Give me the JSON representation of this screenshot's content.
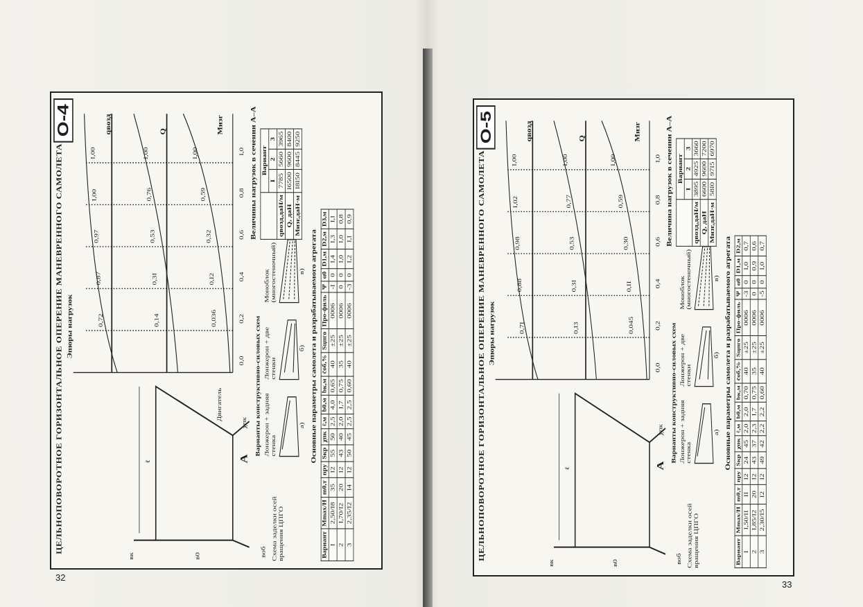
{
  "pages": [
    {
      "page_number": "32",
      "sheet_code": "О-4",
      "title": "ЦЕЛЬНОПОВОРОТНОЕ ГОРИЗОНТАЛЬНОЕ ОПЕРЕНИЕ МАНЕВРЕННОГО САМОЛЕТА",
      "labels": {
        "fixing_scheme": "Схема заделки осей вращения ЦПГО",
        "variants_heading": "Варианты конструктивно-силовых схем",
        "variant_a": "Лонжерон + задняя стенка",
        "variant_b": "Лонжерон + две стенки",
        "variant_v": "Моноблок (многостеночный)",
        "sub_a": "а)",
        "sub_b": "б)",
        "sub_v": "в)",
        "engine": "Двигатель",
        "main_params": "Основные параметры самолета и разрабатываемого агрегата",
        "loads_title": "Эпюры нагрузок",
        "loads_section": "Величины нагрузок в сечении А–А",
        "section_a": "А",
        "q_vozd": "qвозд",
        "q_label": "Q",
        "m_izg": "Мизг",
        "b_k": "вк",
        "b_o": "в0",
        "b_ob": "воб",
        "chi": "χпк",
        "l": "ℓ"
      },
      "span_ticks": [
        "0,0",
        "0,2",
        "0,4",
        "0,6",
        "0,8",
        "I,0"
      ],
      "qvozd_values": [
        "0,72",
        "0,87",
        "0,97",
        "I,00",
        "I,00"
      ],
      "Q_values": [
        "0,14",
        "0,3I",
        "0,53",
        "0,76",
        "I,00"
      ],
      "M_values": [
        "0,036",
        "0,I2",
        "0,32",
        "0,59",
        "I,00"
      ],
      "params_table": {
        "headers": [
          "Вариант",
          "Mmax/H",
          "m0,т",
          "nрy",
          "Sкр",
          "χпк",
          "ℓ,м",
          "b0,м",
          "bк,м",
          "c̄об,%",
          "Sцпго",
          "Про-филь",
          "Ψ",
          "α0",
          "D1,м",
          "D2,м",
          "D3,м"
        ],
        "rows": [
          [
            "I",
            "2,50/I8",
            "35",
            "I2",
            "55",
            "50",
            "2,5",
            "4,0",
            "0,65",
            "40",
            "±25",
            "0006",
            "-I",
            "0",
            "I,4",
            "I,3",
            "I,I"
          ],
          [
            "2",
            "I,70/I2",
            "20",
            "I2",
            "43",
            "40",
            "2,0",
            "I,7",
            "0,75",
            "35",
            "±25",
            "0006",
            "0",
            "0",
            "I,0",
            "I,0",
            "0,8"
          ],
          [
            "3",
            "2,35/I2",
            "I4",
            "I2",
            "50",
            "45",
            "2,5",
            "2,5",
            "0,60",
            "40",
            "±25",
            "0006",
            "-3",
            "0",
            "I,2",
            "I,I",
            "0,9"
          ]
        ]
      },
      "loads_table": {
        "header_variant": "Вариант",
        "cols": [
          "I",
          "2",
          "3"
        ],
        "rows": [
          {
            "name": "qвозд,даН/м",
            "values": [
              "7785",
              "5660",
              "3965"
            ]
          },
          {
            "name": "Q, даН",
            "values": [
              "I6500",
              "9600",
              "8400"
            ]
          },
          {
            "name": "Mизг,даН·м",
            "values": [
              "I8I50",
              "8445",
              "9250"
            ]
          }
        ]
      }
    },
    {
      "page_number": "33",
      "sheet_code": "О-5",
      "title": "ЦЕЛЬНОПОВОРОТНОЕ ГОРИЗОНТАЛЬНОЕ ОПЕРЕНИЕ МАНЕВРЕННОГО САМОЛЕТА",
      "labels": {
        "fixing_scheme": "Схема заделки осей вращения ЦПГО",
        "variants_heading": "Варианты конструктивно-силовых схем",
        "variant_a": "Лонжерон + задняя стенка",
        "variant_b": "Лонжерон + две стенки",
        "variant_v": "Моноблок (многостеночный)",
        "sub_a": "а)",
        "sub_b": "б)",
        "sub_v": "в)",
        "main_params": "Основные параметры самолета и разрабатываемого агрегата",
        "loads_title": "Эпюры нагрузок",
        "loads_section": "Величина нагрузок в сечении А–А",
        "section_a": "А",
        "q_vozd": "qвозд",
        "q_label": "Q",
        "m_izg": "Мизг",
        "b_k": "вк",
        "b_o": "в0",
        "b_ob": "воб",
        "chi": "χпк",
        "l": "ℓ"
      },
      "span_ticks": [
        "0,0",
        "0,2",
        "0,4",
        "0,6",
        "0,8",
        "I,0"
      ],
      "qvozd_values": [
        "0,7I",
        "0,88",
        "0,98",
        "I,02",
        "I,00"
      ],
      "Q_values": [
        "0,I3",
        "0,3I",
        "0,53",
        "0,77",
        "I,00"
      ],
      "M_values": [
        "0,045",
        "0,II",
        "0,30",
        "0,59",
        "I,00"
      ],
      "params_table": {
        "headers": [
          "Вариант",
          "Mmax/H",
          "m0,т",
          "nрy",
          "Sкр",
          "χпк",
          "ℓ,м",
          "b0,м",
          "bк,м",
          "c̄об,%",
          "Sцпго",
          "Про-филь",
          "Ψ",
          "α0",
          "D1,м",
          "D2,м"
        ],
        "rows": [
          [
            "I",
            "I,50/II",
            "II",
            "I2",
            "24",
            "45",
            "2,0",
            "2,0",
            "0,70",
            "40",
            "±25",
            "0006",
            "-3",
            "0",
            "I,0",
            "0,7"
          ],
          [
            "2",
            "I,85/I2",
            "20",
            "I2",
            "43",
            "37",
            "2,3",
            "I,7",
            "0,75",
            "35",
            "±25",
            "0006",
            "0",
            "0",
            "0,9",
            "0,6"
          ],
          [
            "3",
            "2,30/I5",
            "I2",
            "I2",
            "49",
            "42",
            "2,2",
            "2,2",
            "0,60",
            "40",
            "±25",
            "0006",
            "-5",
            "0",
            "I,0",
            "0,7"
          ]
        ]
      },
      "loads_table": {
        "header_variant": "Вариант",
        "cols": [
          "I",
          "2",
          "3"
        ],
        "rows": [
          {
            "name": "qвозд,даН/м",
            "values": [
              "3895",
              "4925",
              "3660"
            ]
          },
          {
            "name": "Q, даН",
            "values": [
              "6600",
              "9600",
              "7200"
            ]
          },
          {
            "name": "Mизг,даН·м",
            "values": [
              "58I0",
              "97I5",
              "6970"
            ]
          }
        ]
      }
    }
  ]
}
